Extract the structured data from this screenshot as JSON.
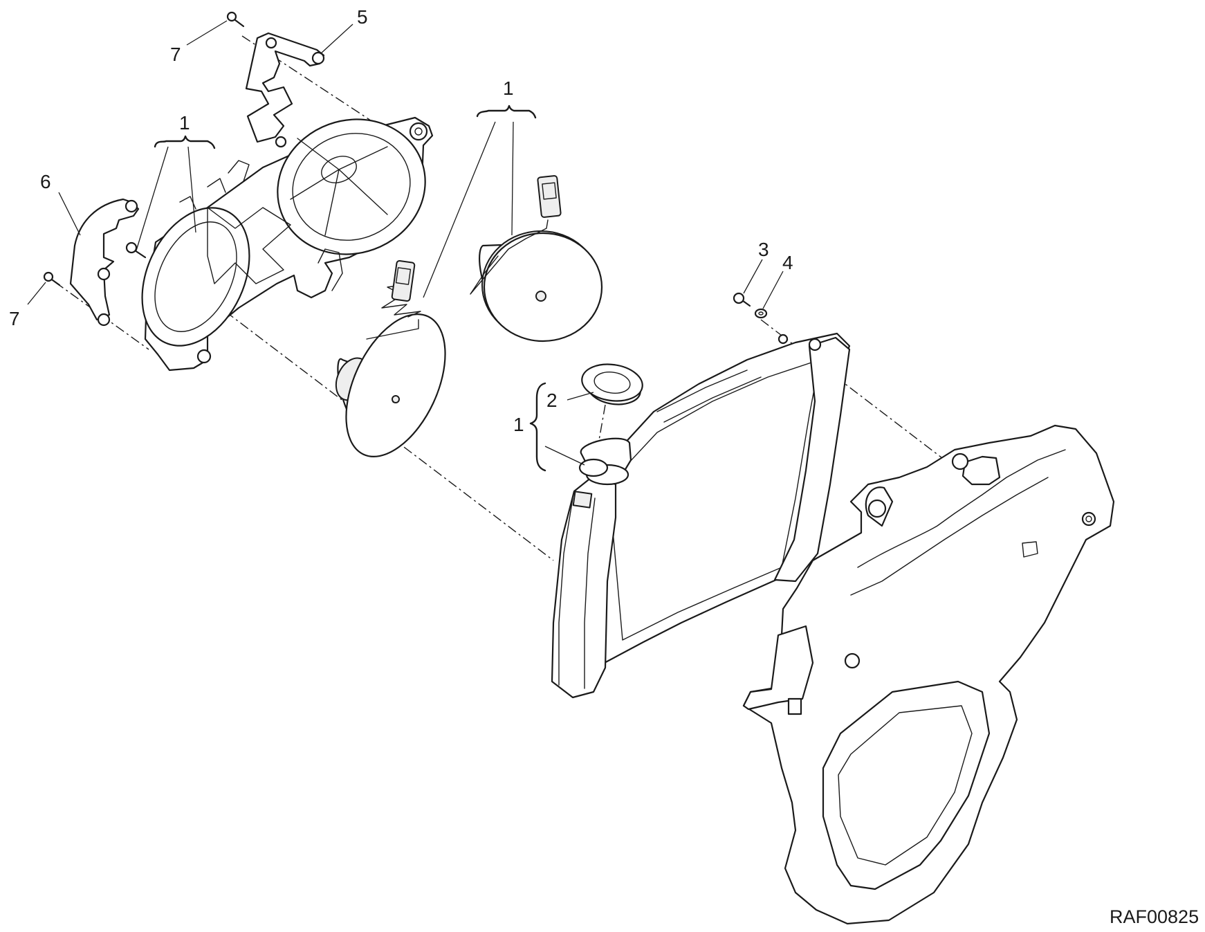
{
  "callouts": {
    "c1_left": "1",
    "c1_middle": "1",
    "c1_right": "1",
    "c2": "2",
    "c3": "3",
    "c4": "4",
    "c5": "5",
    "c6": "6",
    "c7_top": "7",
    "c7_left": "7"
  },
  "drawing_code": "RAF00825"
}
